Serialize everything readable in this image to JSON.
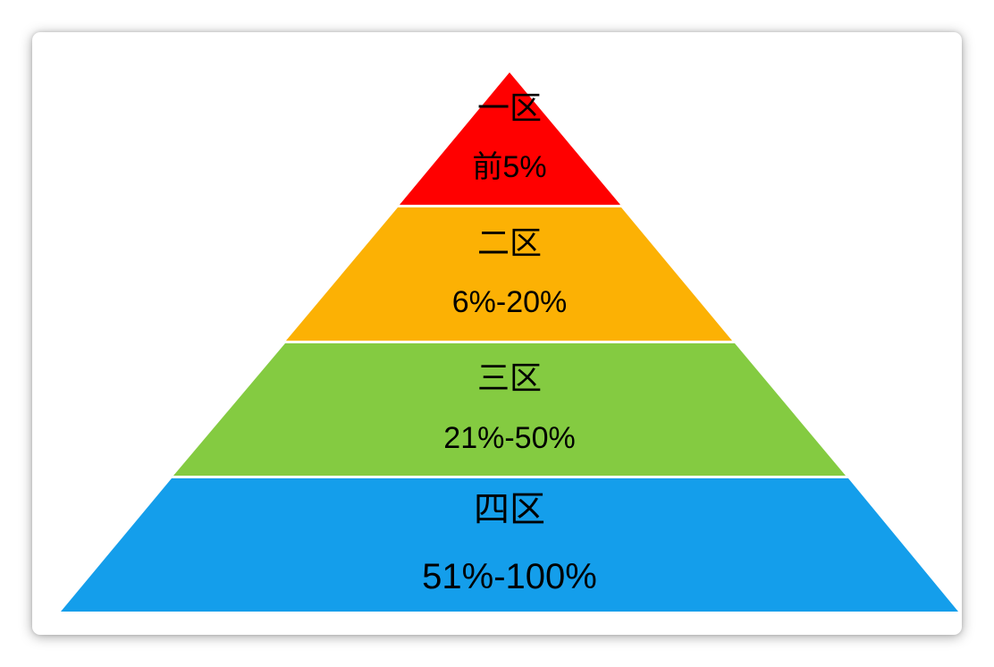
{
  "pyramid": {
    "tiers": [
      {
        "name": "一区",
        "range": "前5%",
        "color": "#ff0000"
      },
      {
        "name": "二区",
        "range": "6%-20%",
        "color": "#fcb104"
      },
      {
        "name": "三区",
        "range": "21%-50%",
        "color": "#84cb41"
      },
      {
        "name": "四区",
        "range": "51%-100%",
        "color": "#149eeb"
      }
    ]
  }
}
